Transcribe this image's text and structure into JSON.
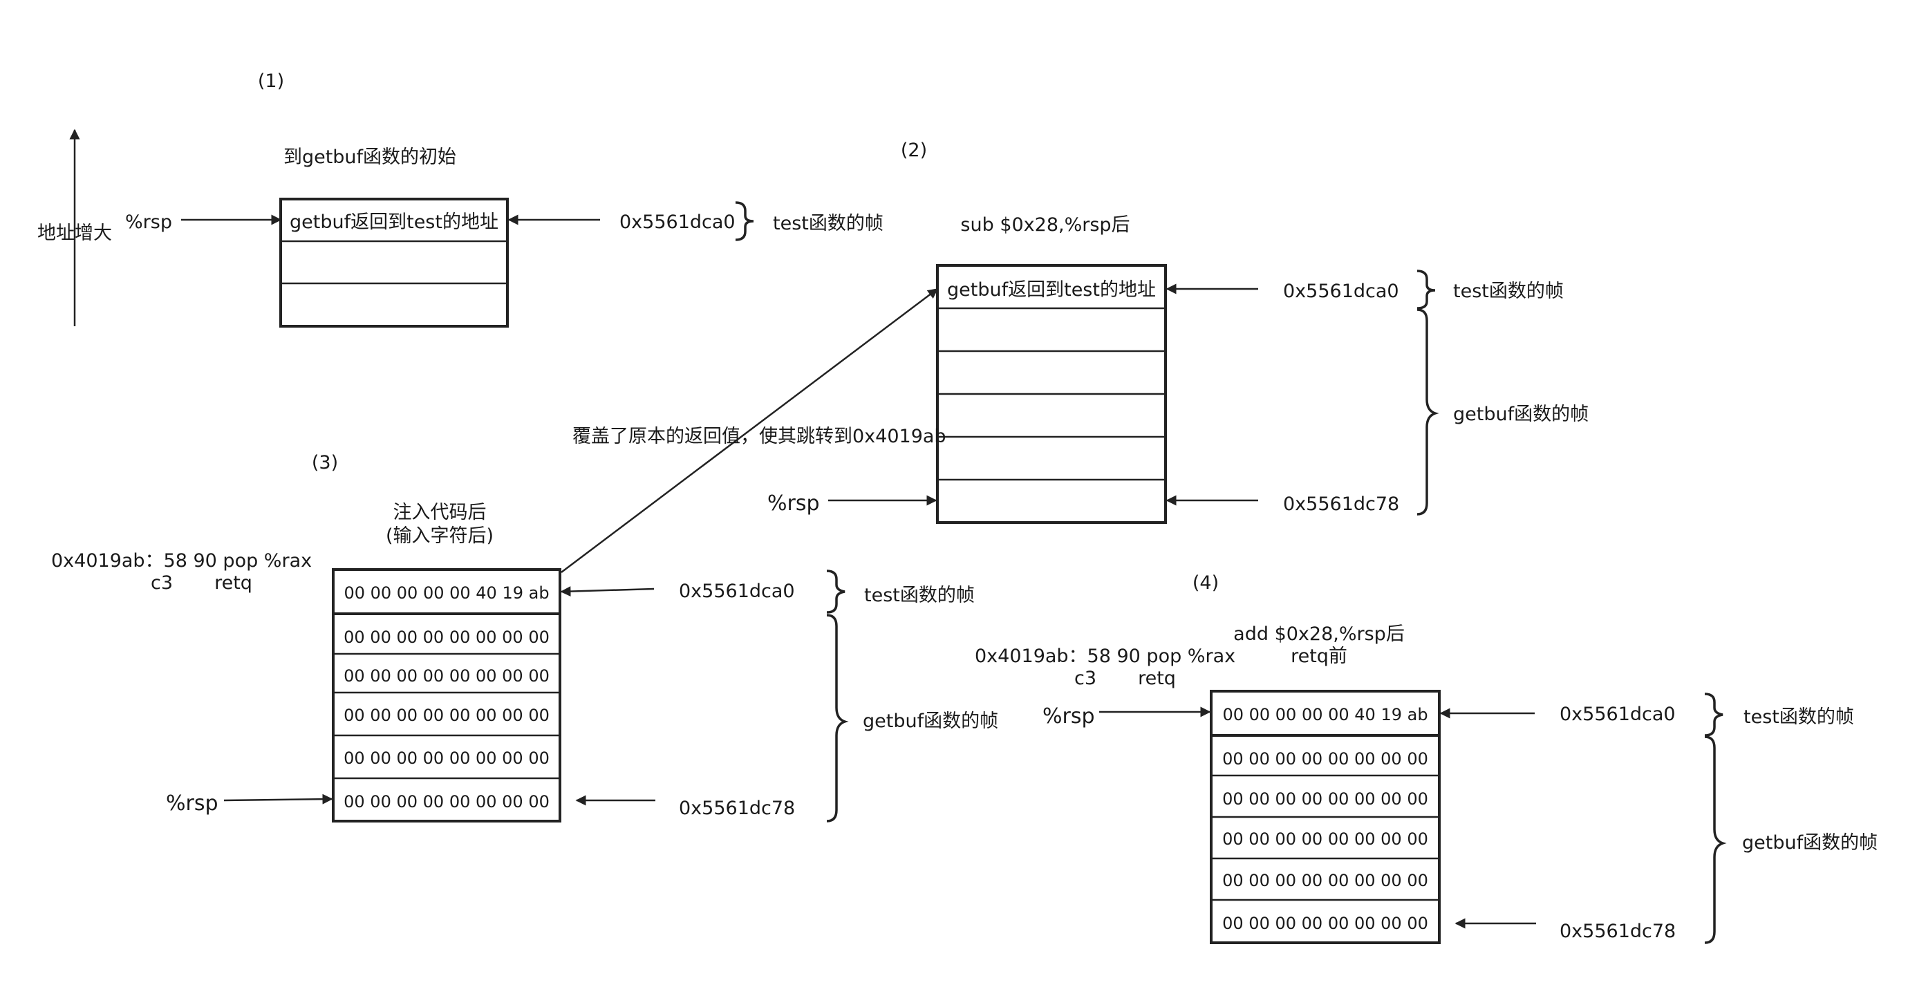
{
  "panel1": {
    "num": "(1)",
    "title": "到getbuf函数的初始",
    "axis_label": "地址增大",
    "rsp": "%rsp",
    "cells": [
      "getbuf返回到test的地址",
      "",
      ""
    ],
    "addr_top": "0x5561dca0",
    "frame_test": "test函数的帧"
  },
  "panel2": {
    "num": "(2)",
    "title": "sub $0x28,%rsp后",
    "cells": [
      "getbuf返回到test的地址",
      "",
      "",
      "",
      "",
      ""
    ],
    "addr_top": "0x5561dca0",
    "addr_bottom": "0x5561dc78",
    "rsp": "%rsp",
    "frame_test": "test函数的帧",
    "frame_getbuf": "getbuf函数的帧"
  },
  "panel3": {
    "num": "(3)",
    "title_line1": "注入代码后",
    "title_line2": "(输入字符后)",
    "code_line1": "0x4019ab：58 90 pop %rax",
    "code_line2": "c3       retq",
    "cells": [
      "00 00 00 00 00 40 19 ab",
      "00 00 00 00 00 00 00 00",
      "00 00 00 00 00 00 00 00",
      "00 00 00 00 00 00 00 00",
      "00 00 00 00 00 00 00 00",
      "00 00 00 00 00 00 00 00"
    ],
    "addr_top": "0x5561dca0",
    "addr_bottom": "0x5561dc78",
    "rsp": "%rsp",
    "frame_test": "test函数的帧",
    "frame_getbuf": "getbuf函数的帧",
    "overwrite_note": "覆盖了原本的返回值，使其跳转到0x4019ab"
  },
  "panel4": {
    "num": "(4)",
    "title_line1": "add $0x28,%rsp后",
    "title_line2": "retq前",
    "code_line1": "0x4019ab：58 90 pop %rax",
    "code_line2": "c3       retq",
    "cells": [
      "00 00 00 00 00 40 19 ab",
      "00 00 00 00 00 00 00 00",
      "00 00 00 00 00 00 00 00",
      "00 00 00 00 00 00 00 00",
      "00 00 00 00 00 00 00 00",
      "00 00 00 00 00 00 00 00"
    ],
    "addr_top": "0x5561dca0",
    "addr_bottom": "0x5561dc78",
    "rsp": "%rsp",
    "frame_test": "test函数的帧",
    "frame_getbuf": "getbuf函数的帧"
  }
}
